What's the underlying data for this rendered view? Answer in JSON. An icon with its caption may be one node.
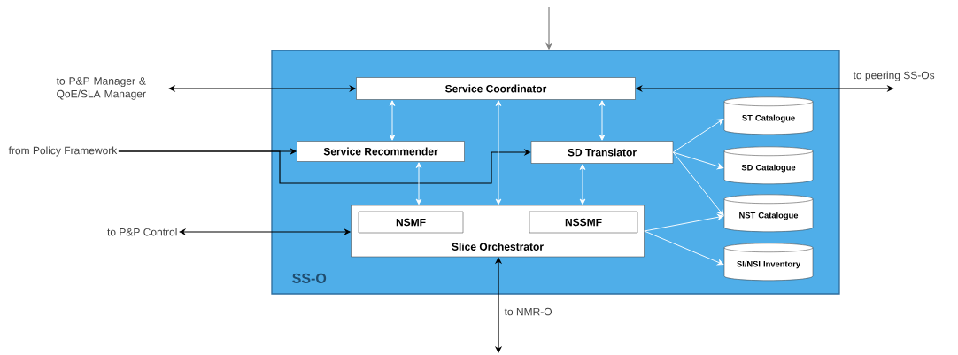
{
  "diagram": {
    "nodes": [
      {
        "text": [
          "SS-O"
        ]
      },
      {
        "text": [
          "Service Coordinator"
        ],
        "in": 0
      },
      {
        "text": [
          "Service Recommender"
        ],
        "in": 0
      },
      {
        "text": [
          "SD Translator"
        ],
        "in": 0
      },
      {
        "text": [
          "Slice Orchestrator"
        ],
        "in": 0
      },
      {
        "text": [
          "NSMF"
        ],
        "in": 4
      },
      {
        "text": [
          "NSSMF"
        ],
        "in": 4
      },
      {
        "text": [
          "ST Catalogue"
        ],
        "in": 0
      },
      {
        "text": [
          "SD Catalogue"
        ],
        "in": 0
      },
      {
        "text": [
          "NST Catalogue"
        ],
        "in": 0
      },
      {
        "text": [
          "SI/NSI Inventory"
        ],
        "in": 0
      },
      {
        "text": [
          "to P&P Manager & QoE/SLA Manager"
        ]
      },
      {
        "text": [
          "from Policy Framework"
        ]
      },
      {
        "text": [
          "to P&P Control"
        ]
      },
      {
        "text": [
          "to peering SS-Os"
        ]
      }
    ],
    "edges": [
      {
        "from": 11,
        "to": 1,
        "arrow": "both",
        "color": "#000000"
      },
      {
        "from": 1,
        "to": 14,
        "arrow": "both",
        "color": "#000000"
      },
      {
        "from": 12,
        "to": 2,
        "arrow": "to",
        "color": "#000000"
      },
      {
        "from": 12,
        "to": 3,
        "arrow": "to",
        "color": "#000000"
      },
      {
        "from": 1,
        "to": 2,
        "arrow": "both",
        "color": "#ffffff"
      },
      {
        "from": 1,
        "to": 3,
        "arrow": "both",
        "color": "#ffffff"
      },
      {
        "from": 2,
        "to": 4,
        "arrow": "both",
        "color": "#ffffff"
      },
      {
        "from": 3,
        "to": 4,
        "arrow": "both",
        "color": "#ffffff"
      },
      {
        "from": 4,
        "to": 1,
        "arrow": "both",
        "color": "#ffffff"
      },
      {
        "from": 3,
        "to": 7,
        "arrow": "to",
        "color": "#ffffff"
      },
      {
        "from": 3,
        "to": 8,
        "arrow": "to",
        "color": "#ffffff"
      },
      {
        "from": 3,
        "to": 9,
        "arrow": "to",
        "color": "#ffffff"
      },
      {
        "from": 4,
        "to": 9,
        "arrow": "to",
        "color": "#ffffff"
      },
      {
        "from": 4,
        "to": 10,
        "arrow": "to",
        "color": "#ffffff"
      },
      {
        "from": 13,
        "to": 4,
        "arrow": "both",
        "color": "#000000"
      },
      {
        "from": 4,
        "to": null,
        "arrow": "both",
        "label": "to NMR-O",
        "color": "#000000"
      },
      {
        "from": null,
        "to": 0,
        "arrow": "to",
        "color": "#808080"
      }
    ]
  }
}
